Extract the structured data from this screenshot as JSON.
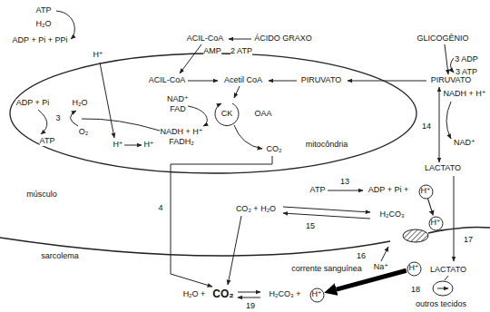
{
  "diagram": {
    "nodes": [
      {
        "text": [
          "mitocôndria"
        ]
      },
      {
        "text": [
          "H⁺"
        ]
      },
      {
        "text": [
          "H⁺"
        ]
      },
      {
        "text": [
          "H⁺"
        ]
      },
      {
        "text": [
          "H⁺"
        ]
      }
    ],
    "edges": [
      {
        "from": 1,
        "to": 2,
        "arrow": "to"
      },
      {
        "from": 3,
        "to": 4,
        "arrow": "to"
      }
    ],
    "labels": [
      "ATP",
      "H₂O",
      "ADP + Pi + PPi",
      "H⁺",
      "ACIL-CoA",
      "ÁCIDO GRAXO",
      "AMP",
      "2 ATP",
      "GLICOGÊNIO",
      "3 ADP",
      "3 ATP",
      "ACIL-CoA",
      "Acetil CoA",
      "PIRUVATO",
      "PIRUVATO",
      "H₂O",
      "ADP + Pi",
      "3",
      "NAD⁺",
      "FAD",
      "CK",
      "OAA",
      "O₂",
      "NADH + H⁺",
      "FADH₂",
      "ATP",
      "H⁺",
      "H⁺",
      "NADH + H⁺",
      "14",
      "NAD⁺",
      "CO₂",
      "LACTATO",
      "músculo",
      "ATP",
      "13",
      "ADP + Pi +",
      "4",
      "CO₂ + H₂O",
      "H₂CO₃",
      "15",
      "17",
      "16",
      "Na⁺",
      "sarcolema",
      "corrente sanguínea",
      "LACTATO",
      "18",
      "H₂O +",
      "CO₂",
      "H₂CO₃ +",
      "19",
      "outros tecidos"
    ]
  }
}
